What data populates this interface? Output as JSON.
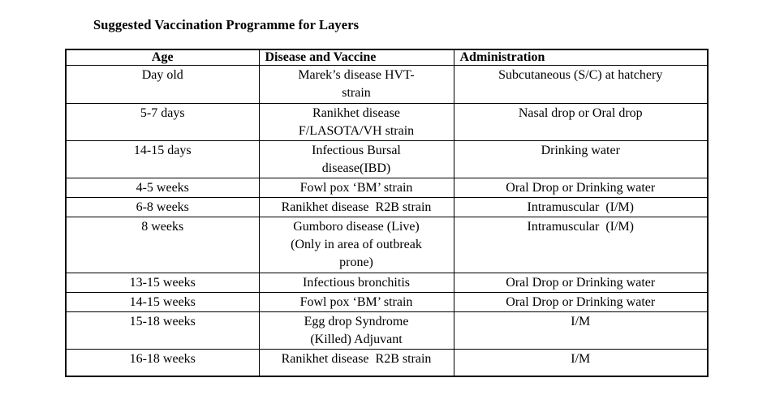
{
  "title": "Suggested Vaccination Programme for Layers",
  "table": {
    "headers": [
      "Age",
      "Disease and Vaccine",
      "Administration"
    ],
    "rows": [
      {
        "age": "Day old",
        "disease": "Marek’s disease HVT-\nstrain",
        "administration": "Subcutaneous (S/C) at hatchery"
      },
      {
        "age": "5-7 days",
        "disease": "Ranikhet disease\nF/LASOTA/VH strain",
        "administration": "Nasal drop or Oral drop"
      },
      {
        "age": "14-15 days",
        "disease": "Infectious Bursal\ndisease(IBD)",
        "administration": "Drinking water"
      },
      {
        "age": "4-5 weeks",
        "disease": "Fowl pox ‘BM’ strain",
        "administration": "Oral Drop or Drinking water"
      },
      {
        "age": "6-8 weeks",
        "disease": "Ranikhet disease  R2B strain",
        "administration": "Intramuscular  (I/M)"
      },
      {
        "age": "8 weeks",
        "disease": "Gumboro disease (Live)\n(Only in area of outbreak\nprone)",
        "administration": "Intramuscular  (I/M)"
      },
      {
        "age": "13-15 weeks",
        "disease": "Infectious bronchitis",
        "administration": "Oral Drop or Drinking water"
      },
      {
        "age": "14-15 weeks",
        "disease": "Fowl pox ‘BM’ strain",
        "administration": "Oral Drop or Drinking water"
      },
      {
        "age": "15-18 weeks",
        "disease": "Egg drop Syndrome\n(Killed) Adjuvant",
        "administration": "I/M"
      },
      {
        "age": "16-18 weeks",
        "disease": "Ranikhet disease  R2B strain",
        "administration": "I/M"
      }
    ]
  },
  "colors": {
    "background": "#ffffff",
    "text": "#000000",
    "border": "#000000"
  }
}
